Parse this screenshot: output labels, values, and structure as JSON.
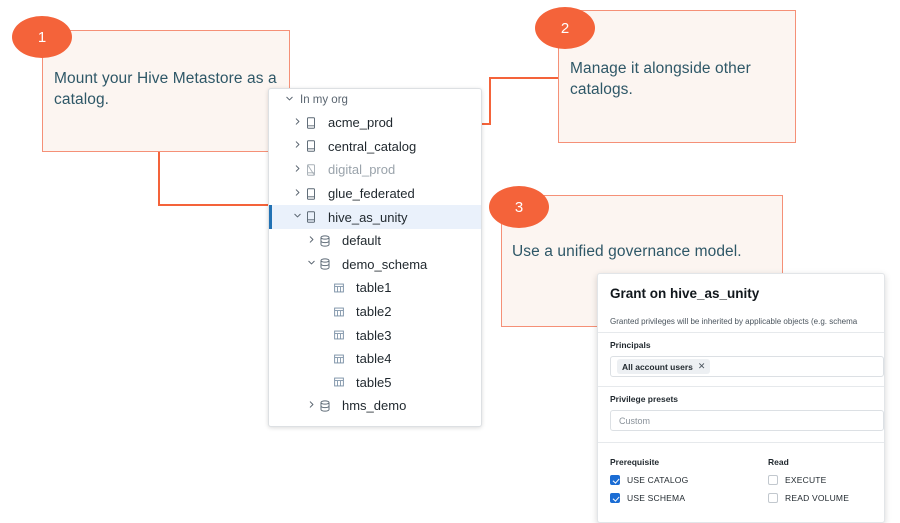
{
  "callouts": [
    {
      "number": "1",
      "text": "Mount your Hive Metastore as a catalog."
    },
    {
      "number": "2",
      "text": "Manage it alongside other catalogs."
    },
    {
      "number": "3",
      "text": "Use a unified governance model."
    }
  ],
  "tree": {
    "header": {
      "label": "In my org",
      "chevron": "chevron-down"
    },
    "items": [
      {
        "label": "acme_prod",
        "icon": "catalog-icon",
        "chevron": "chevron-right",
        "indent": 0,
        "state": "normal"
      },
      {
        "label": "central_catalog",
        "icon": "catalog-icon",
        "chevron": "chevron-right",
        "indent": 0,
        "state": "normal"
      },
      {
        "label": "digital_prod",
        "icon": "catalog-disabled-icon",
        "chevron": "chevron-right",
        "indent": 0,
        "state": "dim"
      },
      {
        "label": "glue_federated",
        "icon": "catalog-icon",
        "chevron": "chevron-right",
        "indent": 0,
        "state": "normal"
      },
      {
        "label": "hive_as_unity",
        "icon": "catalog-icon",
        "chevron": "chevron-down",
        "indent": 0,
        "state": "selected"
      },
      {
        "label": "default",
        "icon": "schema-icon",
        "chevron": "chevron-right",
        "indent": 1,
        "state": "normal"
      },
      {
        "label": "demo_schema",
        "icon": "schema-icon",
        "chevron": "chevron-down",
        "indent": 1,
        "state": "normal"
      },
      {
        "label": "table1",
        "icon": "table-icon",
        "chevron": "",
        "indent": 2,
        "state": "normal"
      },
      {
        "label": "table2",
        "icon": "table-icon",
        "chevron": "",
        "indent": 2,
        "state": "normal"
      },
      {
        "label": "table3",
        "icon": "table-icon",
        "chevron": "",
        "indent": 2,
        "state": "normal"
      },
      {
        "label": "table4",
        "icon": "table-icon",
        "chevron": "",
        "indent": 2,
        "state": "normal"
      },
      {
        "label": "table5",
        "icon": "table-icon",
        "chevron": "",
        "indent": 2,
        "state": "normal"
      },
      {
        "label": "hms_demo",
        "icon": "schema-icon",
        "chevron": "chevron-right",
        "indent": 1,
        "state": "normal"
      }
    ]
  },
  "grant": {
    "title": "Grant on hive_as_unity",
    "description": "Granted privileges will be inherited by applicable objects (e.g. schema",
    "principals_label": "Principals",
    "principal_chip": "All account users",
    "principal_chip_remove": "✕",
    "presets_label": "Privilege presets",
    "presets_value": "Custom",
    "columns": [
      {
        "header": "Prerequisite",
        "items": [
          {
            "label": "USE CATALOG",
            "checked": true
          },
          {
            "label": "USE SCHEMA",
            "checked": true
          }
        ]
      },
      {
        "header": "Read",
        "items": [
          {
            "label": "EXECUTE",
            "checked": false
          },
          {
            "label": "READ VOLUME",
            "checked": false
          }
        ]
      }
    ]
  },
  "colors": {
    "accent": "#F4633A",
    "callout_bg": "#FCF5F1",
    "callout_border": "#F59077",
    "callout_text": "#2E5767",
    "selected_row_bg": "#EAF1FB",
    "selected_bar": "#2272B4",
    "checkbox_on": "#1B6DD4"
  }
}
